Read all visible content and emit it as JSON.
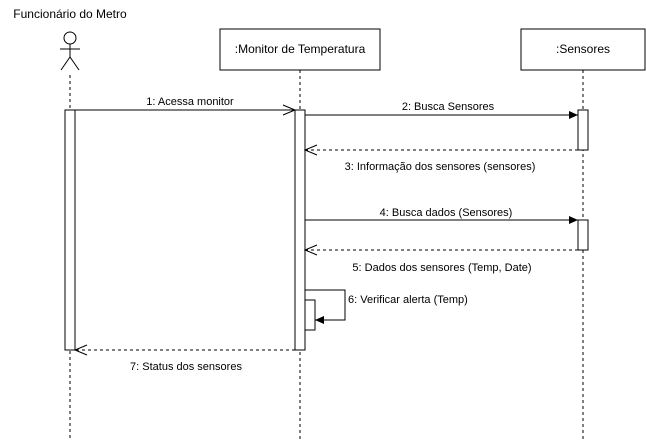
{
  "diagram": {
    "actor": {
      "name": "Funcionário do Metro"
    },
    "participants": [
      {
        "id": "monitor",
        "label": ":Monitor de Temperatura"
      },
      {
        "id": "sensores",
        "label": ":Sensores"
      }
    ],
    "messages": [
      {
        "n": 1,
        "text": "1: Acessa monitor",
        "from": "actor",
        "to": "monitor",
        "kind": "sync"
      },
      {
        "n": 2,
        "text": "2:  Busca Sensores",
        "from": "monitor",
        "to": "sensores",
        "kind": "sync"
      },
      {
        "n": 3,
        "text": "3: Informação dos sensores (sensores)",
        "from": "sensores",
        "to": "monitor",
        "kind": "return"
      },
      {
        "n": 4,
        "text": "4:  Busca dados (Sensores)",
        "from": "monitor",
        "to": "sensores",
        "kind": "sync"
      },
      {
        "n": 5,
        "text": "5: Dados dos sensores (Temp, Date)",
        "from": "sensores",
        "to": "monitor",
        "kind": "return"
      },
      {
        "n": 6,
        "text": "6: Verificar alerta (Temp)",
        "from": "monitor",
        "to": "monitor",
        "kind": "self"
      },
      {
        "n": 7,
        "text": "7: Status dos sensores",
        "from": "monitor",
        "to": "actor",
        "kind": "return"
      }
    ]
  }
}
